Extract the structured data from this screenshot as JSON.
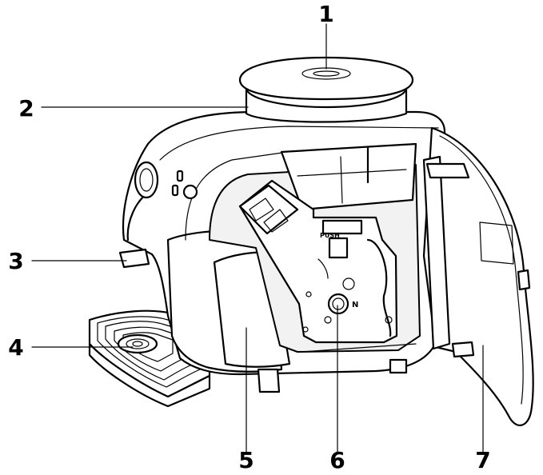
{
  "callouts": [
    {
      "label": "1"
    },
    {
      "label": "2"
    },
    {
      "label": "3"
    },
    {
      "label": "4"
    },
    {
      "label": "5"
    },
    {
      "label": "6"
    },
    {
      "label": "7"
    }
  ],
  "embedded_text": {
    "push": "PUSH",
    "marker": "N"
  }
}
